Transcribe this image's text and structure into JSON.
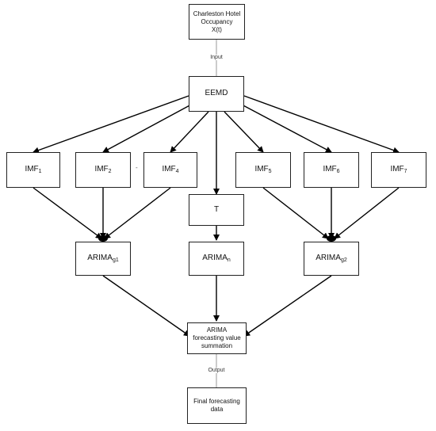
{
  "top": {
    "line1": "Charleston Hotel",
    "line2": "Occupancy",
    "line3": "X(t)"
  },
  "label_input": "Input",
  "eemd": "EEMD",
  "imf": [
    {
      "base": "IMF",
      "sub": "1"
    },
    {
      "base": "IMF",
      "sub": "2"
    },
    {
      "base": "IMF",
      "sub": "4"
    },
    {
      "base": "IMF",
      "sub": "5"
    },
    {
      "base": "IMF",
      "sub": "6"
    },
    {
      "base": "IMF",
      "sub": "7"
    }
  ],
  "dash_between": "-",
  "trend": "T",
  "arima": [
    {
      "base": "ARIMA",
      "sub": "g1"
    },
    {
      "base": "ARIMA",
      "sub": "n"
    },
    {
      "base": "ARIMA",
      "sub": "g2"
    }
  ],
  "summation": {
    "line1": "ARIMA",
    "line2": "forecasting value",
    "line3": "summation"
  },
  "label_output": "Output",
  "final": {
    "line1": "Final forecasting",
    "line2": "data"
  }
}
